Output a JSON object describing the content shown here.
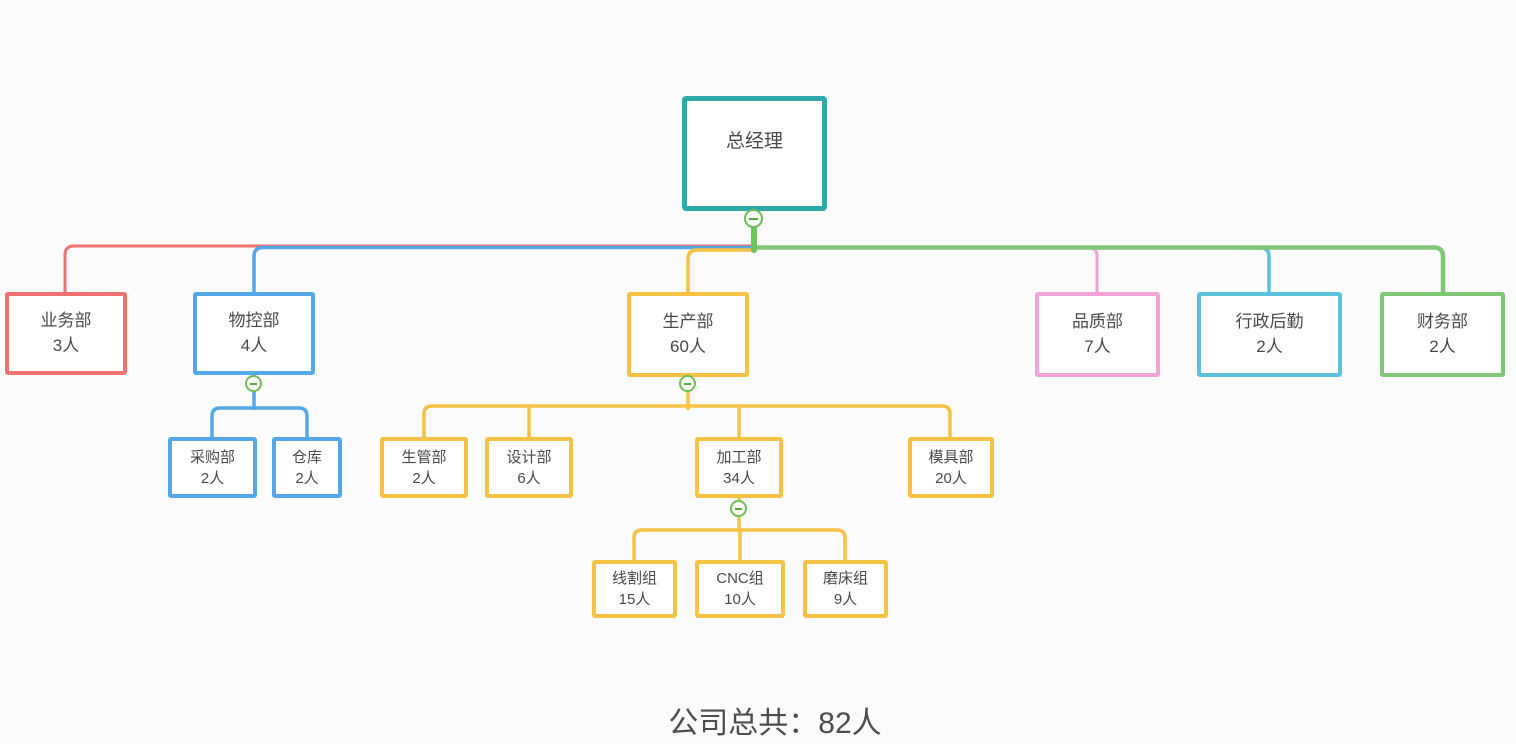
{
  "colors": {
    "background": "#fbfbfb",
    "root_border": "#2fa9a9",
    "branch_red": "#f0716f",
    "branch_blue": "#54a7e9",
    "branch_yellow": "#f6c245",
    "branch_pink": "#efa3d6",
    "branch_cyan": "#5ac3db",
    "branch_green": "#80c878",
    "stem_green": "#70c45c",
    "collapse_icon_green": "#6fbe58",
    "text": "#4a4a4a"
  },
  "icons": {
    "collapse": "minus-circle-icon"
  },
  "root": {
    "label": "总经理"
  },
  "level2": [
    {
      "label": "业务部",
      "count": "3人"
    },
    {
      "label": "物控部",
      "count": "4人"
    },
    {
      "label": "生产部",
      "count": "60人"
    },
    {
      "label": "品质部",
      "count": "7人"
    },
    {
      "label": "行政后勤",
      "count": "2人"
    },
    {
      "label": "财务部",
      "count": "2人"
    }
  ],
  "material_children": [
    {
      "label": "采购部",
      "count": "2人"
    },
    {
      "label": "仓库",
      "count": "2人"
    }
  ],
  "production_children": [
    {
      "label": "生管部",
      "count": "2人"
    },
    {
      "label": "设计部",
      "count": "6人"
    },
    {
      "label": "加工部",
      "count": "34人"
    },
    {
      "label": "模具部",
      "count": "20人"
    }
  ],
  "machining_children": [
    {
      "label": "线割组",
      "count": "15人"
    },
    {
      "label": "CNC组",
      "count": "10人"
    },
    {
      "label": "磨床组",
      "count": "9人"
    }
  ],
  "footer": {
    "total_label": "公司总共：82人"
  }
}
